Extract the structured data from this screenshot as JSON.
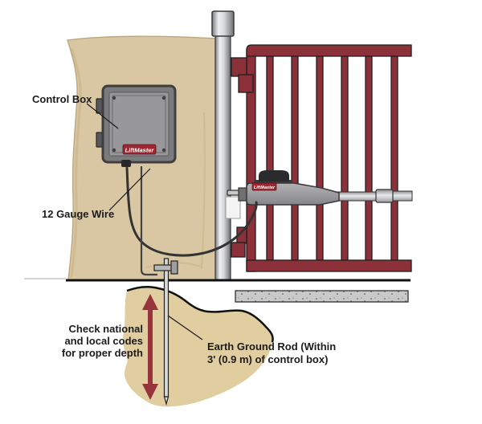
{
  "diagram": {
    "type": "gate-operator-installation-illustration",
    "brand": "LiftMaster"
  },
  "labels": {
    "control_box": "Control Box",
    "wire": "12 Gauge Wire",
    "depth_line1": "Check national",
    "depth_line2": "and local codes",
    "depth_line3": "for proper depth",
    "earth_line1": "Earth Ground Rod (Within",
    "earth_line2": "3' (0.9 m) of control box)"
  },
  "colors": {
    "wall_tan": "#D9C6A2",
    "gate_red": "#8C313A",
    "brand_red": "#9E2832",
    "arrow_red": "#97343B",
    "sand": "#E0CDA0",
    "concrete": "#C9C9C9",
    "metal_gray": "#98989B"
  }
}
